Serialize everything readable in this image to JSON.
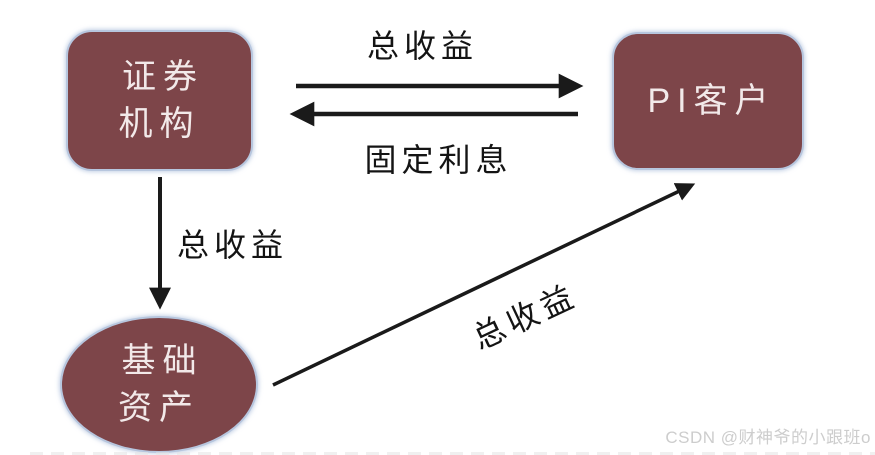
{
  "diagram": {
    "nodes": {
      "securities": {
        "label": "证券\n机构",
        "shape": "rounded-rect"
      },
      "pi_client": {
        "label": "PI客户",
        "shape": "rounded-rect"
      },
      "underlying_asset": {
        "label": "基础\n资产",
        "shape": "ellipse"
      }
    },
    "edges": {
      "total_return_top": {
        "label": "总收益",
        "from": "securities",
        "to": "pi_client",
        "direction": "right"
      },
      "fixed_interest": {
        "label": "固定利息",
        "from": "pi_client",
        "to": "securities",
        "direction": "left"
      },
      "total_return_down": {
        "label": "总收益",
        "from": "securities",
        "to": "underlying_asset",
        "direction": "down"
      },
      "total_return_diagonal": {
        "label": "总收益",
        "from": "underlying_asset",
        "to": "pi_client",
        "direction": "up-right"
      }
    },
    "colors": {
      "node_fill": "#7D4549",
      "node_border": "#B7C6DE",
      "node_text": "#F2E9E9",
      "arrow": "#1A1A1A",
      "label_text": "#141414",
      "watermark": "#CDCDCD",
      "background": "#FFFFFF"
    }
  },
  "watermark": {
    "text": "CSDN @财神爷的小跟班o"
  }
}
